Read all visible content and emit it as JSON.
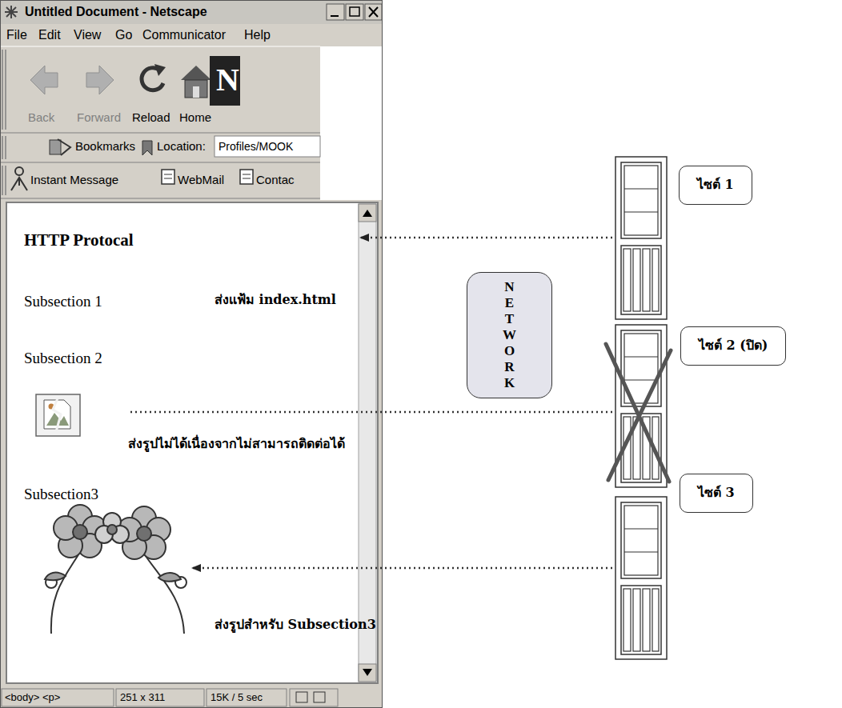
{
  "diagram": {
    "nodes": [
      {
        "text": [
          "Untitled Document - Netscape"
        ]
      },
      {
        "text": [
          "ไซต์ 1"
        ]
      },
      {
        "text": [
          "NETWORK"
        ]
      },
      {
        "text": [
          "ไซต์ 2 (ปิด)"
        ]
      },
      {
        "text": [
          "ไซต์ 3"
        ]
      }
    ],
    "labels": [
      "File",
      "Edit",
      "View",
      "Go",
      "Communicator",
      "Help",
      "Back",
      "Forward",
      "Reload",
      "Home",
      "N",
      "Bookmarks",
      "Location:",
      "Profiles/MOOK",
      "Instant Message",
      "WebMail",
      "Contac",
      "HTTP Protocal",
      "Subsection 1",
      "ส่งแฟ้ม index.html",
      "Subsection 2",
      "ส่งรูปไม่ได้เนื่องจากไม่สามารถติดต่อได้",
      "Subsection3",
      "ส่งรูปสำหรับ Subsection3",
      "<body> <p>",
      "251 x 311",
      "15K / 5 sec"
    ]
  }
}
